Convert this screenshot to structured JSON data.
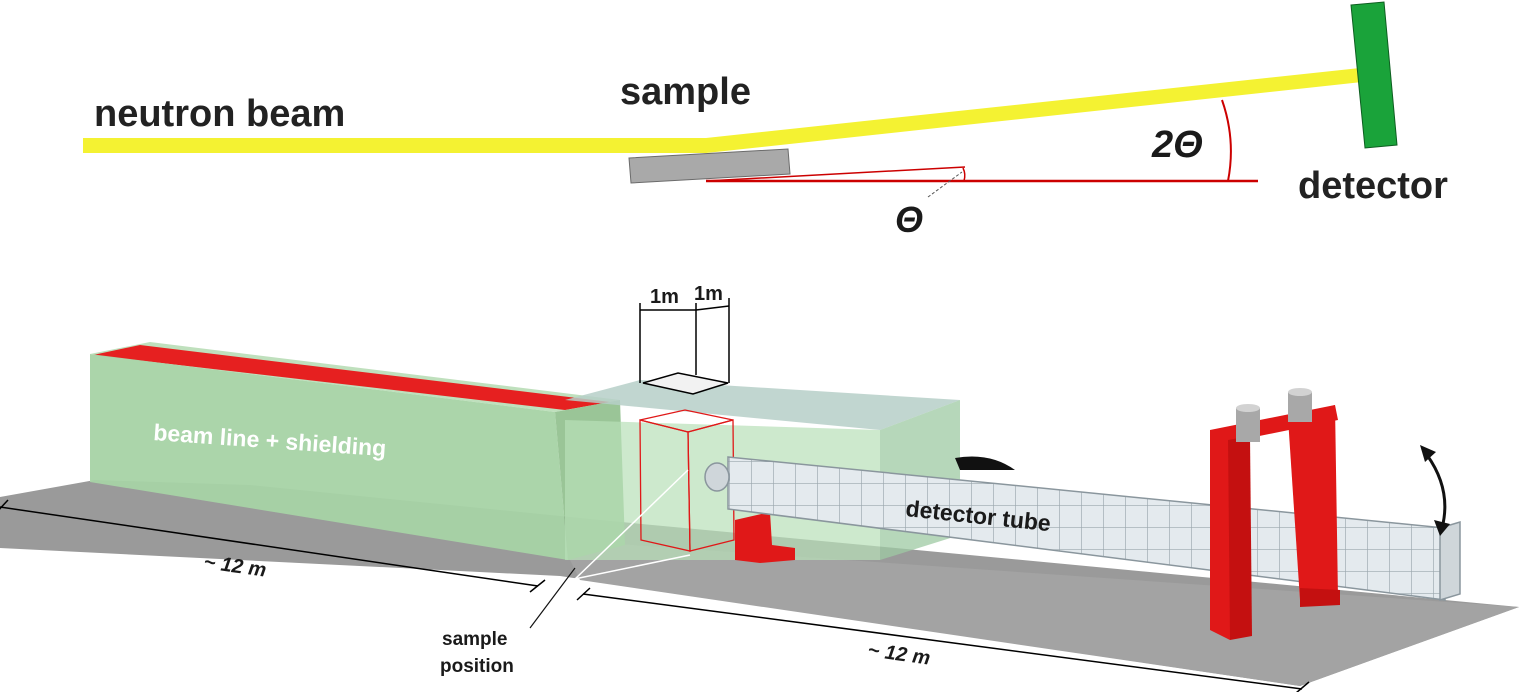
{
  "top_diagram": {
    "beam_label": "neutron beam",
    "sample_label": "sample",
    "detector_label": "detector",
    "two_theta_label": "2Θ",
    "theta_label": "Θ"
  },
  "bottom_diagram": {
    "dim_1m_a": "1m",
    "dim_1m_b": "1m",
    "shielding_label": "beam line + shielding",
    "detector_tube_label": "detector tube",
    "length_left": "~ 12 m",
    "length_right": "~ 12 m",
    "sample_position_line1": "sample",
    "sample_position_line2": "position"
  },
  "colors": {
    "beam": "#f4f232",
    "detector": "#1aa33a",
    "angle_lines": "#cc0000",
    "sample_plate": "#a9a9a9",
    "shielding": "#a7d3a5",
    "beam_channel": "#e62020",
    "floor": "#9a9a9a",
    "tube": "#dfe6ea",
    "support": "#e01818"
  }
}
